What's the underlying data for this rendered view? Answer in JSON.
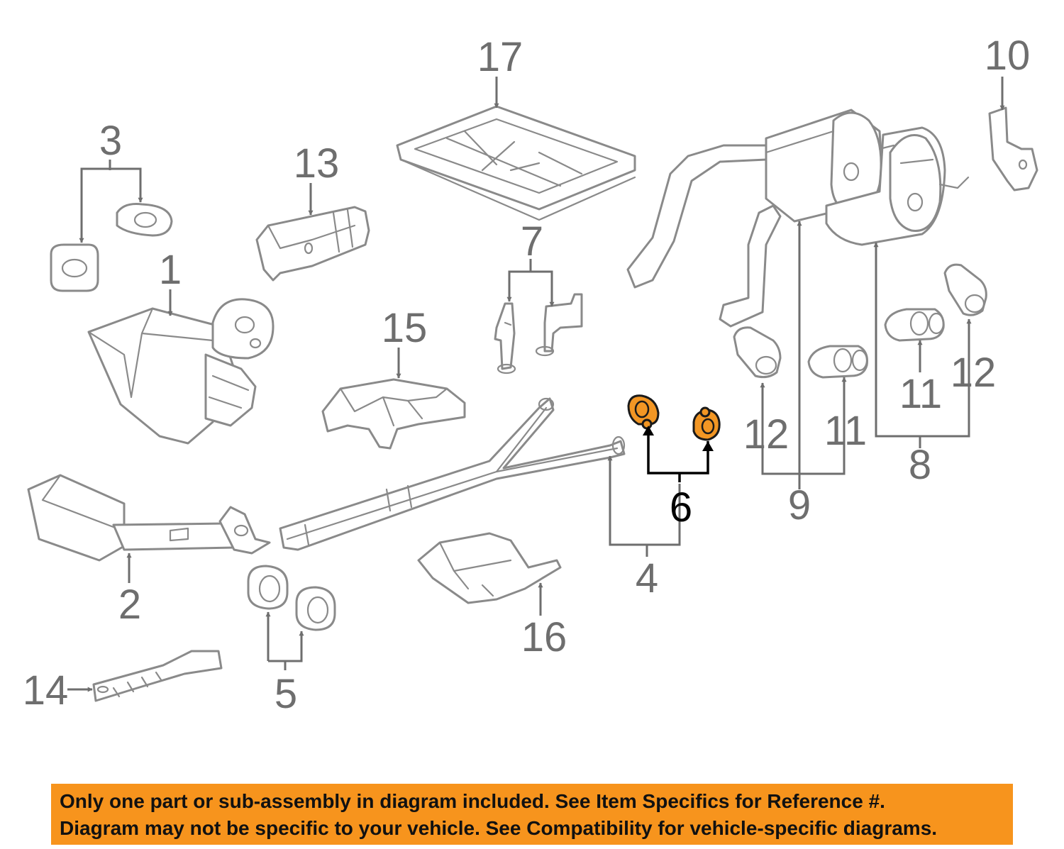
{
  "callouts": {
    "c1": "1",
    "c2": "2",
    "c3": "3",
    "c4": "4",
    "c5": "5",
    "c6": "6",
    "c7": "7",
    "c8": "8",
    "c9": "9",
    "c10": "10",
    "c11a": "11",
    "c11b": "11",
    "c12a": "12",
    "c12b": "12",
    "c13": "13",
    "c14": "14",
    "c15": "15",
    "c16": "16",
    "c17": "17"
  },
  "highlight": {
    "part_number": "6",
    "color": "#f29624"
  },
  "colors": {
    "line": "#8a8a8a",
    "banner": "#f7941d"
  },
  "banner": {
    "line1": "Only one part or sub-assembly in diagram included. See Item Specifics for Reference #.",
    "line2": "Diagram may not be specific to your vehicle. See Compatibility for vehicle-specific diagrams."
  }
}
